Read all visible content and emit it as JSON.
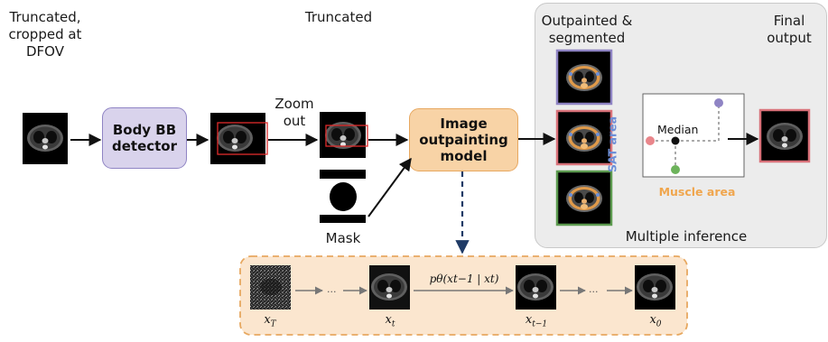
{
  "labels": {
    "truncated_cropped": "Truncated,\ncropped at\nDFOV",
    "truncated": "Truncated",
    "outpainted_segmented": "Outpainted &\nsegmented",
    "final_output": "Final\noutput",
    "zoom_out": "Zoom\nout",
    "mask": "Mask",
    "multiple_inference": "Multiple inference"
  },
  "boxes": {
    "detector": "Body BB\ndetector",
    "model": "Image\noutpainting\nmodel"
  },
  "plot": {
    "y_label": "SAT area",
    "x_label": "Muscle area",
    "median_label": "Median"
  },
  "diffusion": {
    "x_T": "x",
    "x_T_sub": "T",
    "x_t": "x",
    "x_t_sub": "t",
    "x_t1": "x",
    "x_t1_sub": "t−1",
    "x_0": "x",
    "x_0_sub": "0",
    "transition": "pθ(xt−1 | xt)",
    "ellipsis": "..."
  },
  "colors": {
    "detector_fill": "#d9d3ec",
    "model_fill": "#f8d3a6",
    "bottom_panel_fill": "#fbe6cf",
    "purple_frame": "#8f84c4",
    "red_frame": "#d9727a",
    "green_frame": "#5c9a4f",
    "dashed_arrow": "#1f3b66",
    "sat_color": "#6d8fd8",
    "muscle_color": "#f0a64e"
  }
}
